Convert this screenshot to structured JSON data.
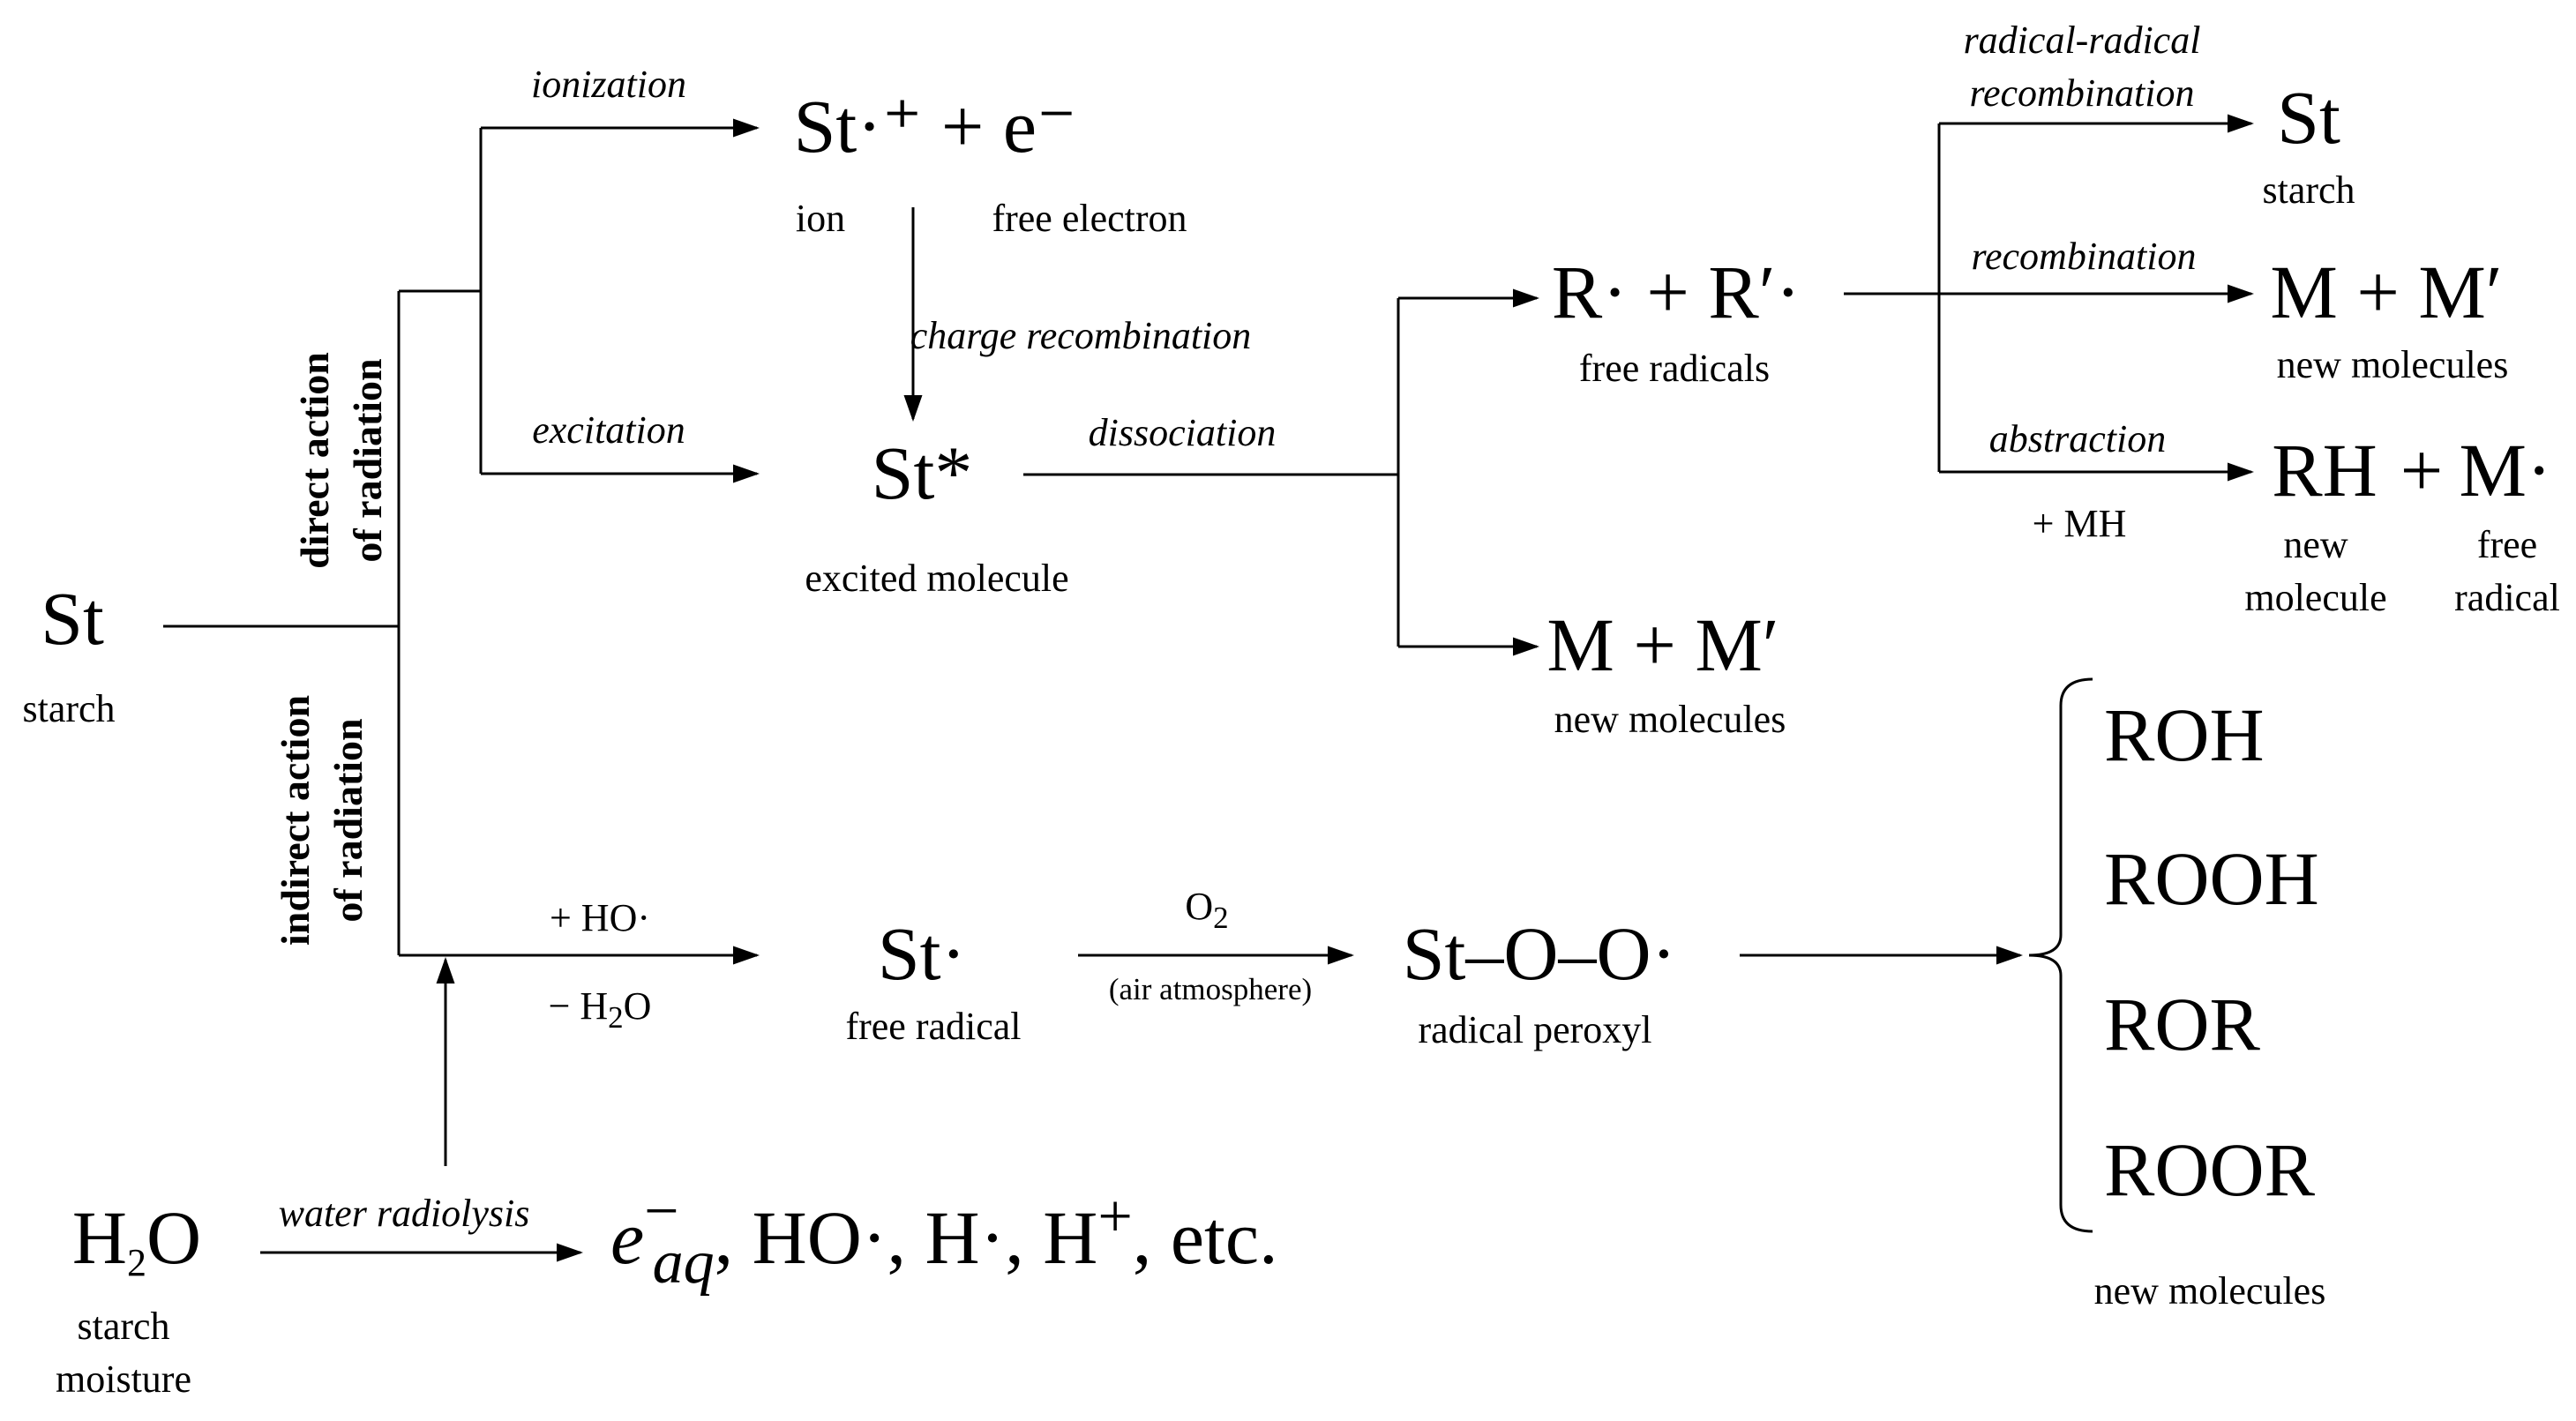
{
  "nodes": {
    "st": "St",
    "st_label": "starch",
    "ion_eq": "St·⁺ + e⁻",
    "ion_label": "ion",
    "free_electron_label": "free electron",
    "st_excited": "St*",
    "excited_label": "excited molecule",
    "radicals_eq": "R· + R′·",
    "radicals_label": "free radicals",
    "mm_eq": "M + M′",
    "mm_label": "new molecules",
    "st_recomb": "St",
    "st_recomb_label": "starch",
    "mm2_eq": "M + M′",
    "mm2_label": "new molecules",
    "rh": "RH",
    "plus": "+",
    "mdot": "M·",
    "new_molecule_label": [
      "new",
      "molecule"
    ],
    "free_radical_label": [
      "free",
      "radical"
    ],
    "st_radical": "St·",
    "st_radical_label": "free radical",
    "peroxyl": "St–O–O·",
    "peroxyl_label": "radical peroxyl",
    "products": [
      "ROH",
      "ROOH",
      "ROR",
      "ROOR"
    ],
    "products_label": "new molecules",
    "h2o_main": "H",
    "h2o_sub": "2",
    "h2o_end": "O",
    "h2o_label": [
      "starch",
      "moisture"
    ],
    "radiolysis_e": "e",
    "radiolysis_sup": "−",
    "radiolysis_sub": "aq",
    "radiolysis_rest": ", HO·, H·, H",
    "radiolysis_hplus": "+",
    "radiolysis_etc": ", etc."
  },
  "edges": {
    "ionization": "ionization",
    "excitation": "excitation",
    "charge_recombination": "charge recombination",
    "dissociation": "dissociation",
    "radical_radical_recombination": [
      "radical-radical",
      "recombination"
    ],
    "recombination": "recombination",
    "abstraction": "abstraction",
    "plus_mh": "+ MH",
    "plus_ho": "+ HO·",
    "minus_h2o_pre": "− H",
    "minus_h2o_sub": "2",
    "minus_h2o_post": "O",
    "o2_main": "O",
    "o2_sub": "2",
    "air_atmosphere": "(air atmosphere)",
    "water_radiolysis": "water radiolysis"
  },
  "branches": {
    "direct": [
      "direct action",
      "of radiation"
    ],
    "indirect": [
      "indirect action",
      "of radiation"
    ]
  }
}
